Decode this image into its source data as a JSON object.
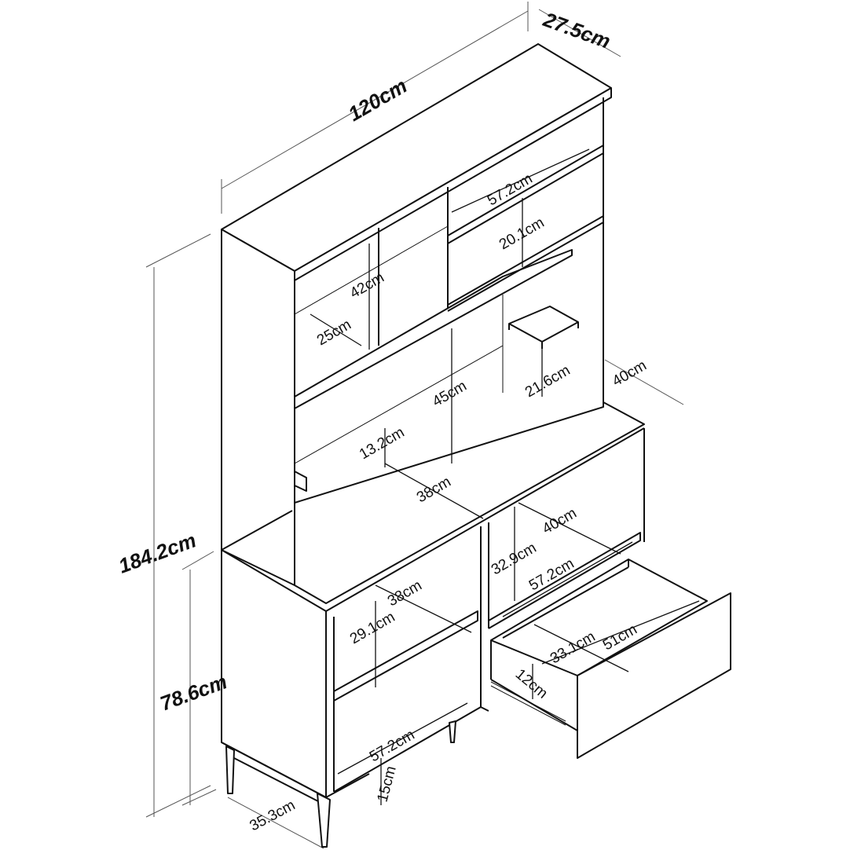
{
  "title": "Bookcase desk dimensions",
  "colors": {
    "line": "#111111",
    "background": "#ffffff"
  },
  "overall": {
    "depth_top": "27.5cm",
    "width": "120cm",
    "height": "184.2cm",
    "lower_height": "78.6cm",
    "base_depth": "35.3cm"
  },
  "hutch": {
    "shelf_width_right": "57.2cm",
    "shelf_height_right": "20.1cm",
    "left_opening_height": "42cm",
    "left_opening_depth": "25cm",
    "center_height": "45cm",
    "small_shelf_height": "21.6cm",
    "side_depth": "40cm",
    "lower_gap": "13.2cm"
  },
  "desk": {
    "depth": "38cm",
    "right_depth": "40cm",
    "right_height": "32.9cm",
    "right_width": "57.2cm"
  },
  "lower": {
    "shelf_depth": "38cm",
    "shelf_height": "29.1cm",
    "bottom_width": "57.2cm",
    "leg_height": "15cm"
  },
  "drawer": {
    "inner_depth": "33.1cm",
    "inner_width": "51cm",
    "height": "12cm"
  }
}
